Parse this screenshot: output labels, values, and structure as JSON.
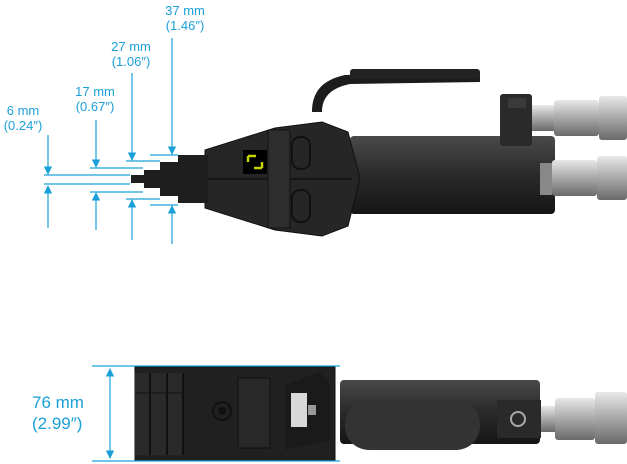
{
  "dimensions": {
    "d6": {
      "mm": "6 mm",
      "in": "(0.24″)"
    },
    "d17": {
      "mm": "17 mm",
      "in": "(0.67″)"
    },
    "d27": {
      "mm": "27 mm",
      "in": "(1.06″)"
    },
    "d37": {
      "mm": "37 mm",
      "in": "(1.46″)"
    },
    "height": {
      "mm": "76 mm",
      "in": "(2.99″)"
    }
  },
  "colors": {
    "dimension_blue": "#1aa0d8",
    "tool_dark": "#222222",
    "tool_mid": "#333333",
    "steel": "#b8b8b8",
    "display_green": "#c8d400"
  },
  "icons": [
    "side-view-tool",
    "top-view-tool",
    "dimension-arrow"
  ]
}
